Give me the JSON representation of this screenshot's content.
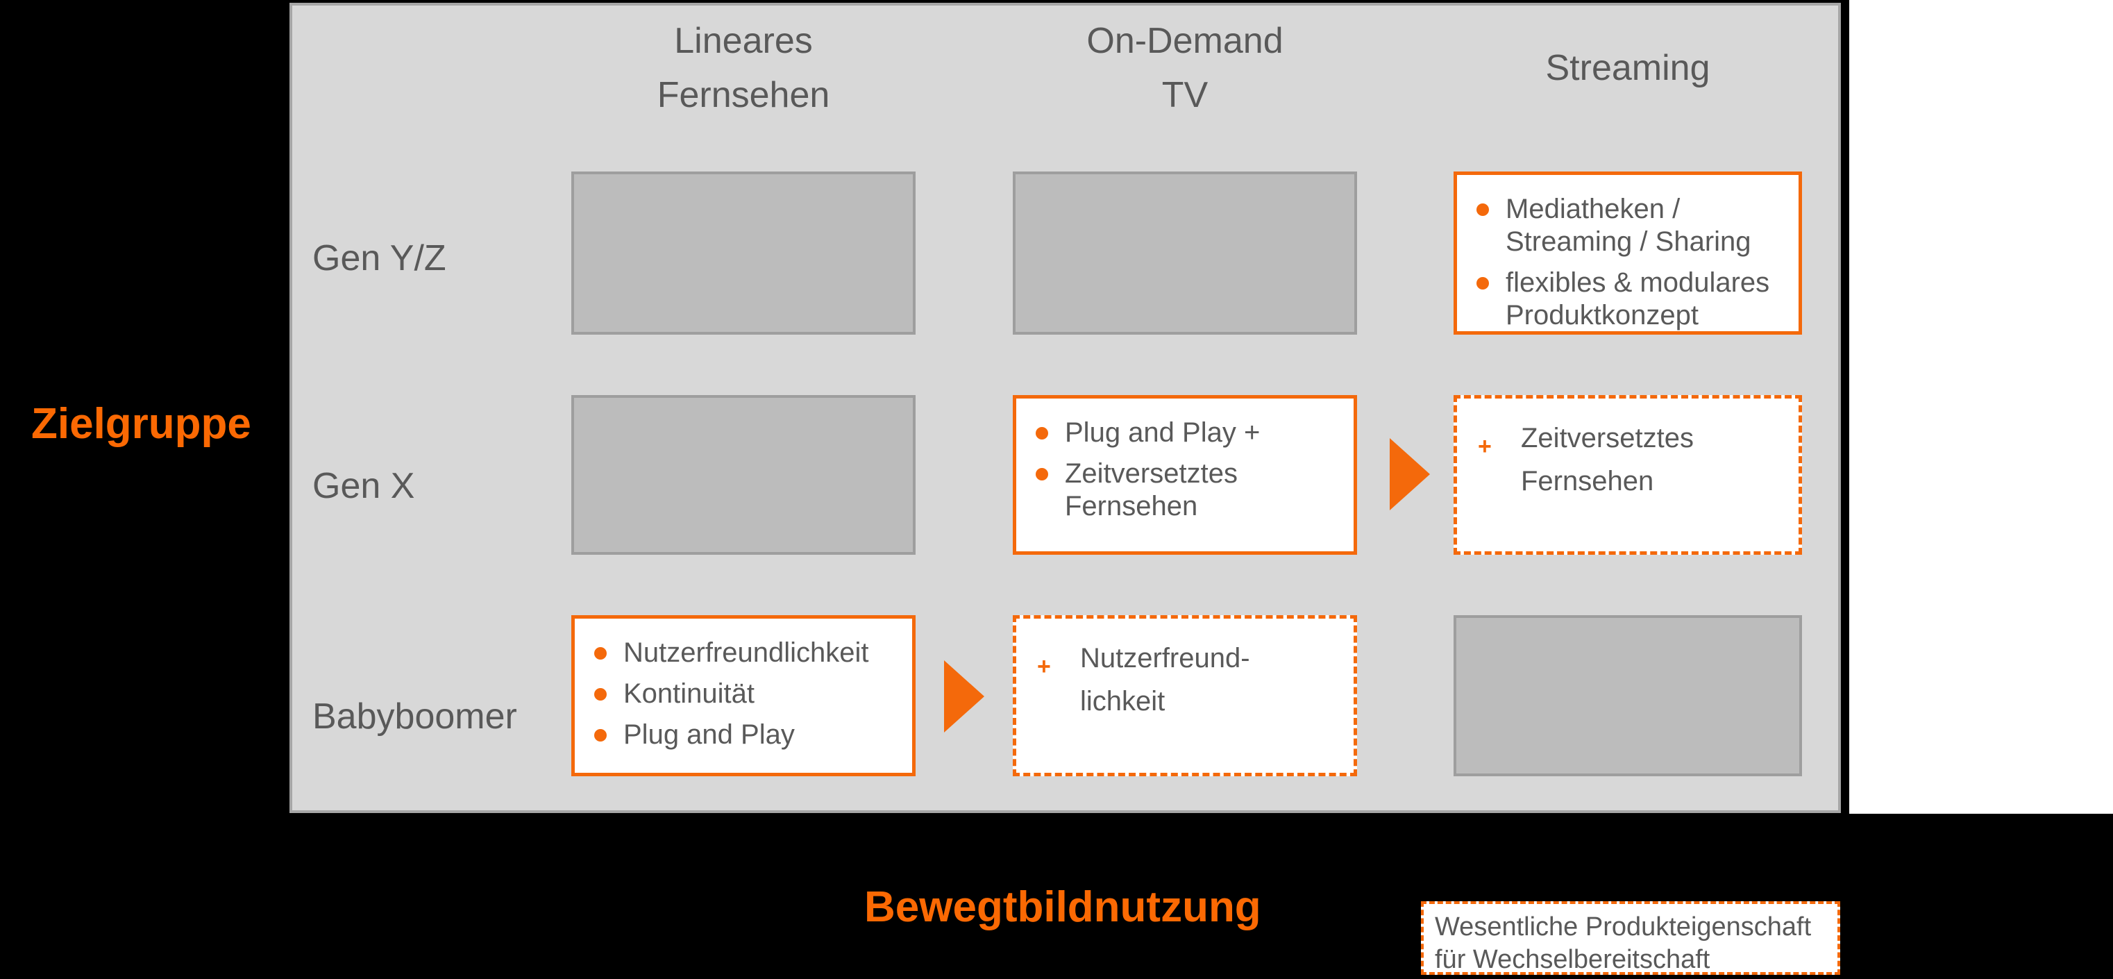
{
  "colors": {
    "accent_orange": "#F4690B",
    "panel_gray": "#D8D8D8",
    "filled_box_gray": "#BCBCBC",
    "panel_border_gray": "#A6A6A6",
    "text_gray": "#595959",
    "page_background": "#000000",
    "side_strip_white": "#FFFFFF"
  },
  "axis_labels": {
    "left": "Zielgruppe",
    "bottom": "Bewegtbildnutzung"
  },
  "columns": [
    {
      "label": "Lineares Fernsehen"
    },
    {
      "label": "On-Demand TV"
    },
    {
      "label": "Streaming"
    }
  ],
  "rows": [
    {
      "label": "Gen Y/Z"
    },
    {
      "label": "Gen X"
    },
    {
      "label": "Babyboomer"
    }
  ],
  "cells": {
    "gen_yz_lineares": {
      "type": "filled-gray"
    },
    "gen_yz_ondemand": {
      "type": "filled-gray"
    },
    "gen_yz_streaming": {
      "type": "solid-outline",
      "bullets": [
        "Mediatheken / Streaming / Sharing",
        "flexibles & modulares Produktkonzept"
      ]
    },
    "gen_x_lineares": {
      "type": "filled-gray"
    },
    "gen_x_ondemand": {
      "type": "solid-outline",
      "bullets": [
        "Plug and Play +",
        "Zeitversetztes Fernsehen"
      ]
    },
    "gen_x_streaming": {
      "type": "dashed-outline",
      "plus": "+",
      "text": "Zeitversetztes Fernsehen"
    },
    "babyboomer_lineares": {
      "type": "solid-outline",
      "bullets": [
        "Nutzerfreundlichkeit",
        "Kontinuität",
        "Plug and Play"
      ]
    },
    "babyboomer_ondemand": {
      "type": "dashed-outline",
      "plus": "+",
      "text": "Nutzerfreund-lichkeit"
    },
    "babyboomer_streaming": {
      "type": "filled-gray"
    }
  },
  "arrows": [
    {
      "from": "gen_x_ondemand",
      "to": "gen_x_streaming",
      "icon": "arrow-right"
    },
    {
      "from": "babyboomer_lineares",
      "to": "babyboomer_ondemand",
      "icon": "arrow-right"
    }
  ],
  "legend": {
    "text": "Wesentliche Produkteigenschaft für Wechselbereitschaft"
  }
}
